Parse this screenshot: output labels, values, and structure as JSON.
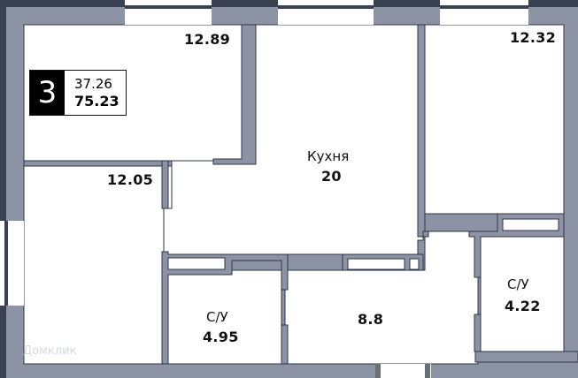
{
  "plan": {
    "rooms_count": "3",
    "living_area": "37.26",
    "total_area": "75.23",
    "colors": {
      "outer_wall": "#3a4152",
      "inner_wall": "#8c93a4",
      "wall_outline": "#2f3545",
      "floor": "#ffffff",
      "text": "#111111"
    },
    "rooms": [
      {
        "id": "bedroom-1",
        "name": "",
        "area": "12.89"
      },
      {
        "id": "bedroom-2",
        "name": "",
        "area": "12.32"
      },
      {
        "id": "bedroom-3",
        "name": "",
        "area": "12.05"
      },
      {
        "id": "kitchen",
        "name": "Кухня",
        "area": "20"
      },
      {
        "id": "bathroom-1",
        "name": "С/У",
        "area": "4.95"
      },
      {
        "id": "hallway",
        "name": "",
        "area": "8.8"
      },
      {
        "id": "bathroom-2",
        "name": "С/У",
        "area": "4.22"
      }
    ],
    "watermark": "Домклик"
  }
}
